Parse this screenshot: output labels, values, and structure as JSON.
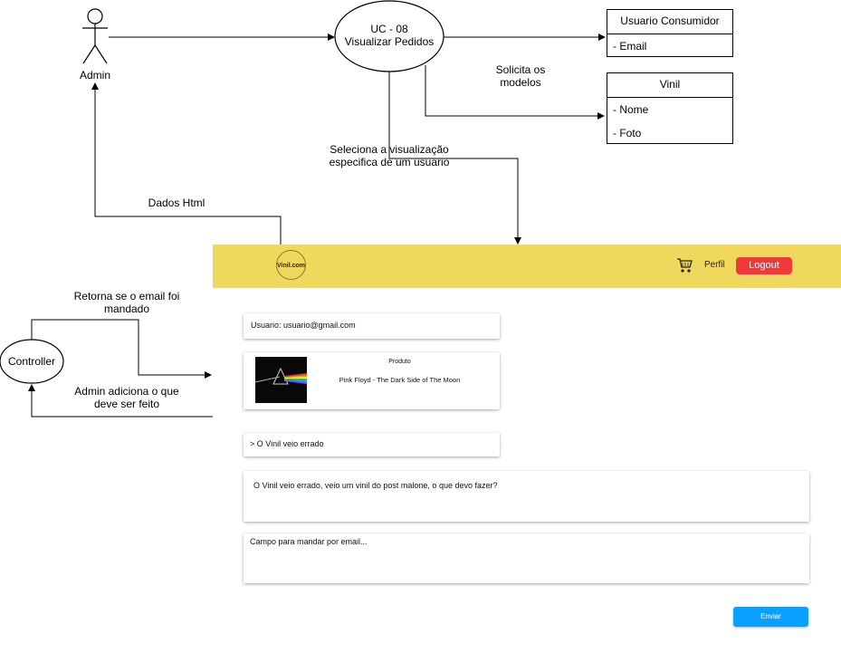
{
  "diagram": {
    "actor_label": "Admin",
    "usecase_line1": "UC - 08",
    "usecase_line2": "Visualizar Pedidos",
    "class_usuario": {
      "title": "Usuario Consumidor",
      "attrs": [
        "- Email"
      ]
    },
    "class_vinil": {
      "title": "Vinil",
      "attrs": [
        "- Nome",
        "- Foto"
      ]
    },
    "label_solicita": "Solicita os modelos",
    "label_seleciona": "Seleciona a visualização especifica de um usuario",
    "label_dados_html": "Dados Html",
    "label_retorna": "Retorna se o email foi mandado",
    "label_admin_adiciona": "Admin adiciona o que deve ser feito",
    "controller_label": "Controller"
  },
  "ui": {
    "logo_text": "Vinil.com",
    "perfil": "Perfil",
    "logout": "Logout",
    "usuario": "Usuario: usuario@gmail.com",
    "produto_heading": "Produto",
    "produto_name": "Pink Floyd - The Dark Side of The Moon",
    "issue": "> O Vinil veio errado",
    "message": "O Vinil veio errado, veio um vinil do post malone, o que devo fazer?",
    "email_placeholder": "Campo para mandar por email...",
    "enviar": "Enviar"
  },
  "colors": {
    "topbar": "#f0d85c",
    "logout": "#f03a3a",
    "enviar": "#0aa0ff"
  }
}
